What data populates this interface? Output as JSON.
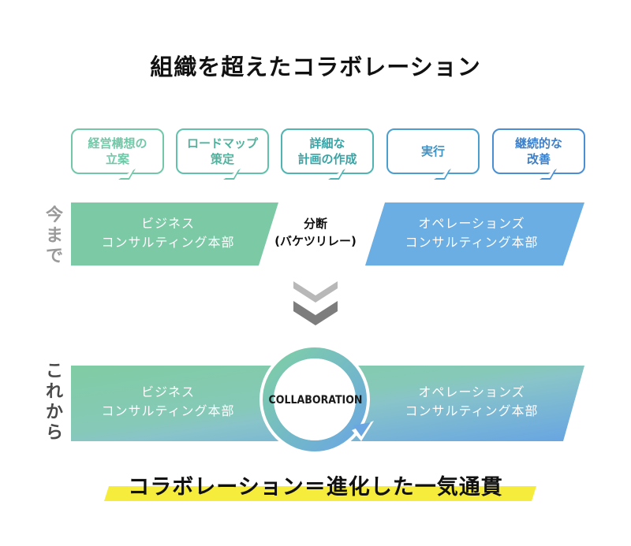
{
  "title": "組織を超えたコラボレーション",
  "bubbles": [
    {
      "label": "経営構想の\n立案",
      "color": "#6cc7ad"
    },
    {
      "label": "ロードマップ\n策定",
      "color": "#5ec2b0"
    },
    {
      "label": "詳細な\n計画の作成",
      "color": "#4db3b4"
    },
    {
      "label": "実行",
      "color": "#4a9fcf"
    },
    {
      "label": "継続的な\n改善",
      "color": "#4a8fd3"
    }
  ],
  "current": {
    "side_label": "今まで",
    "left_band": "ビジネス\nコンサルティング本部",
    "middle": "分断\n(バケツリレー)",
    "right_band": "オペレーションズ\nコンサルティング本部"
  },
  "future": {
    "side_label": "これから",
    "left_band": "ビジネス\nコンサルティング本部",
    "center": "COLLABORATION",
    "right_band": "オペレーションズ\nコンサルティング本部"
  },
  "bottom_title": "コラボレーション＝進化した一気通貫",
  "colors": {
    "green": "#7cc9a6",
    "blue": "#6aaee3",
    "gray_arrow": "#b8b8b8",
    "dark_arrow": "#7a7a7a",
    "highlight": "#f6ec3c"
  }
}
